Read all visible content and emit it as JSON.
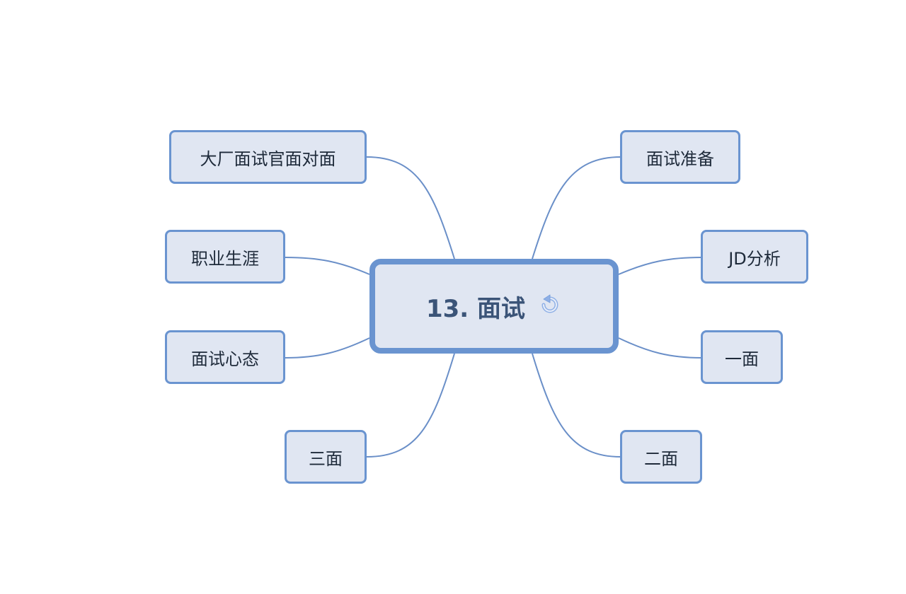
{
  "diagram": {
    "central": {
      "label": "13. 面试",
      "icon": "refresh-icon"
    },
    "branches": [
      {
        "id": "big-company-interviewer",
        "label": "大厂面试官面对面",
        "side": "left"
      },
      {
        "id": "career",
        "label": "职业生涯",
        "side": "left"
      },
      {
        "id": "interview-mindset",
        "label": "面试心态",
        "side": "left"
      },
      {
        "id": "third-round",
        "label": "三面",
        "side": "left"
      },
      {
        "id": "interview-prep",
        "label": "面试准备",
        "side": "right"
      },
      {
        "id": "jd-analysis",
        "label": "JD分析",
        "side": "right"
      },
      {
        "id": "first-round",
        "label": "一面",
        "side": "right"
      },
      {
        "id": "second-round",
        "label": "二面",
        "side": "right"
      }
    ]
  },
  "colors": {
    "node_fill": "#e0e6f2",
    "node_border": "#6a94d0",
    "link": "#6a8fc8",
    "central_text": "#3b5478",
    "node_text": "#1e2a3a"
  }
}
